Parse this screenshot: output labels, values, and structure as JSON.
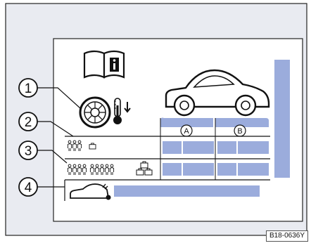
{
  "figure_code": "B18-0636Y",
  "callouts": [
    "1",
    "2",
    "3",
    "4"
  ],
  "column_labels": [
    "A",
    "B"
  ],
  "icons": {
    "manual": "book-info-icon",
    "tyre": "tyre-temperature-icon",
    "car": "car-side-icon",
    "occupants_light": "two-occupants-small-luggage-icon",
    "occupants_full": "full-occupants-luggage-icon",
    "eco": "eco-car-icon"
  },
  "colors": {
    "panel": "#e9ebf1",
    "placeholder_blue": "#9bacdc",
    "frame": "#1a1a1a",
    "background": "#ffffff"
  }
}
